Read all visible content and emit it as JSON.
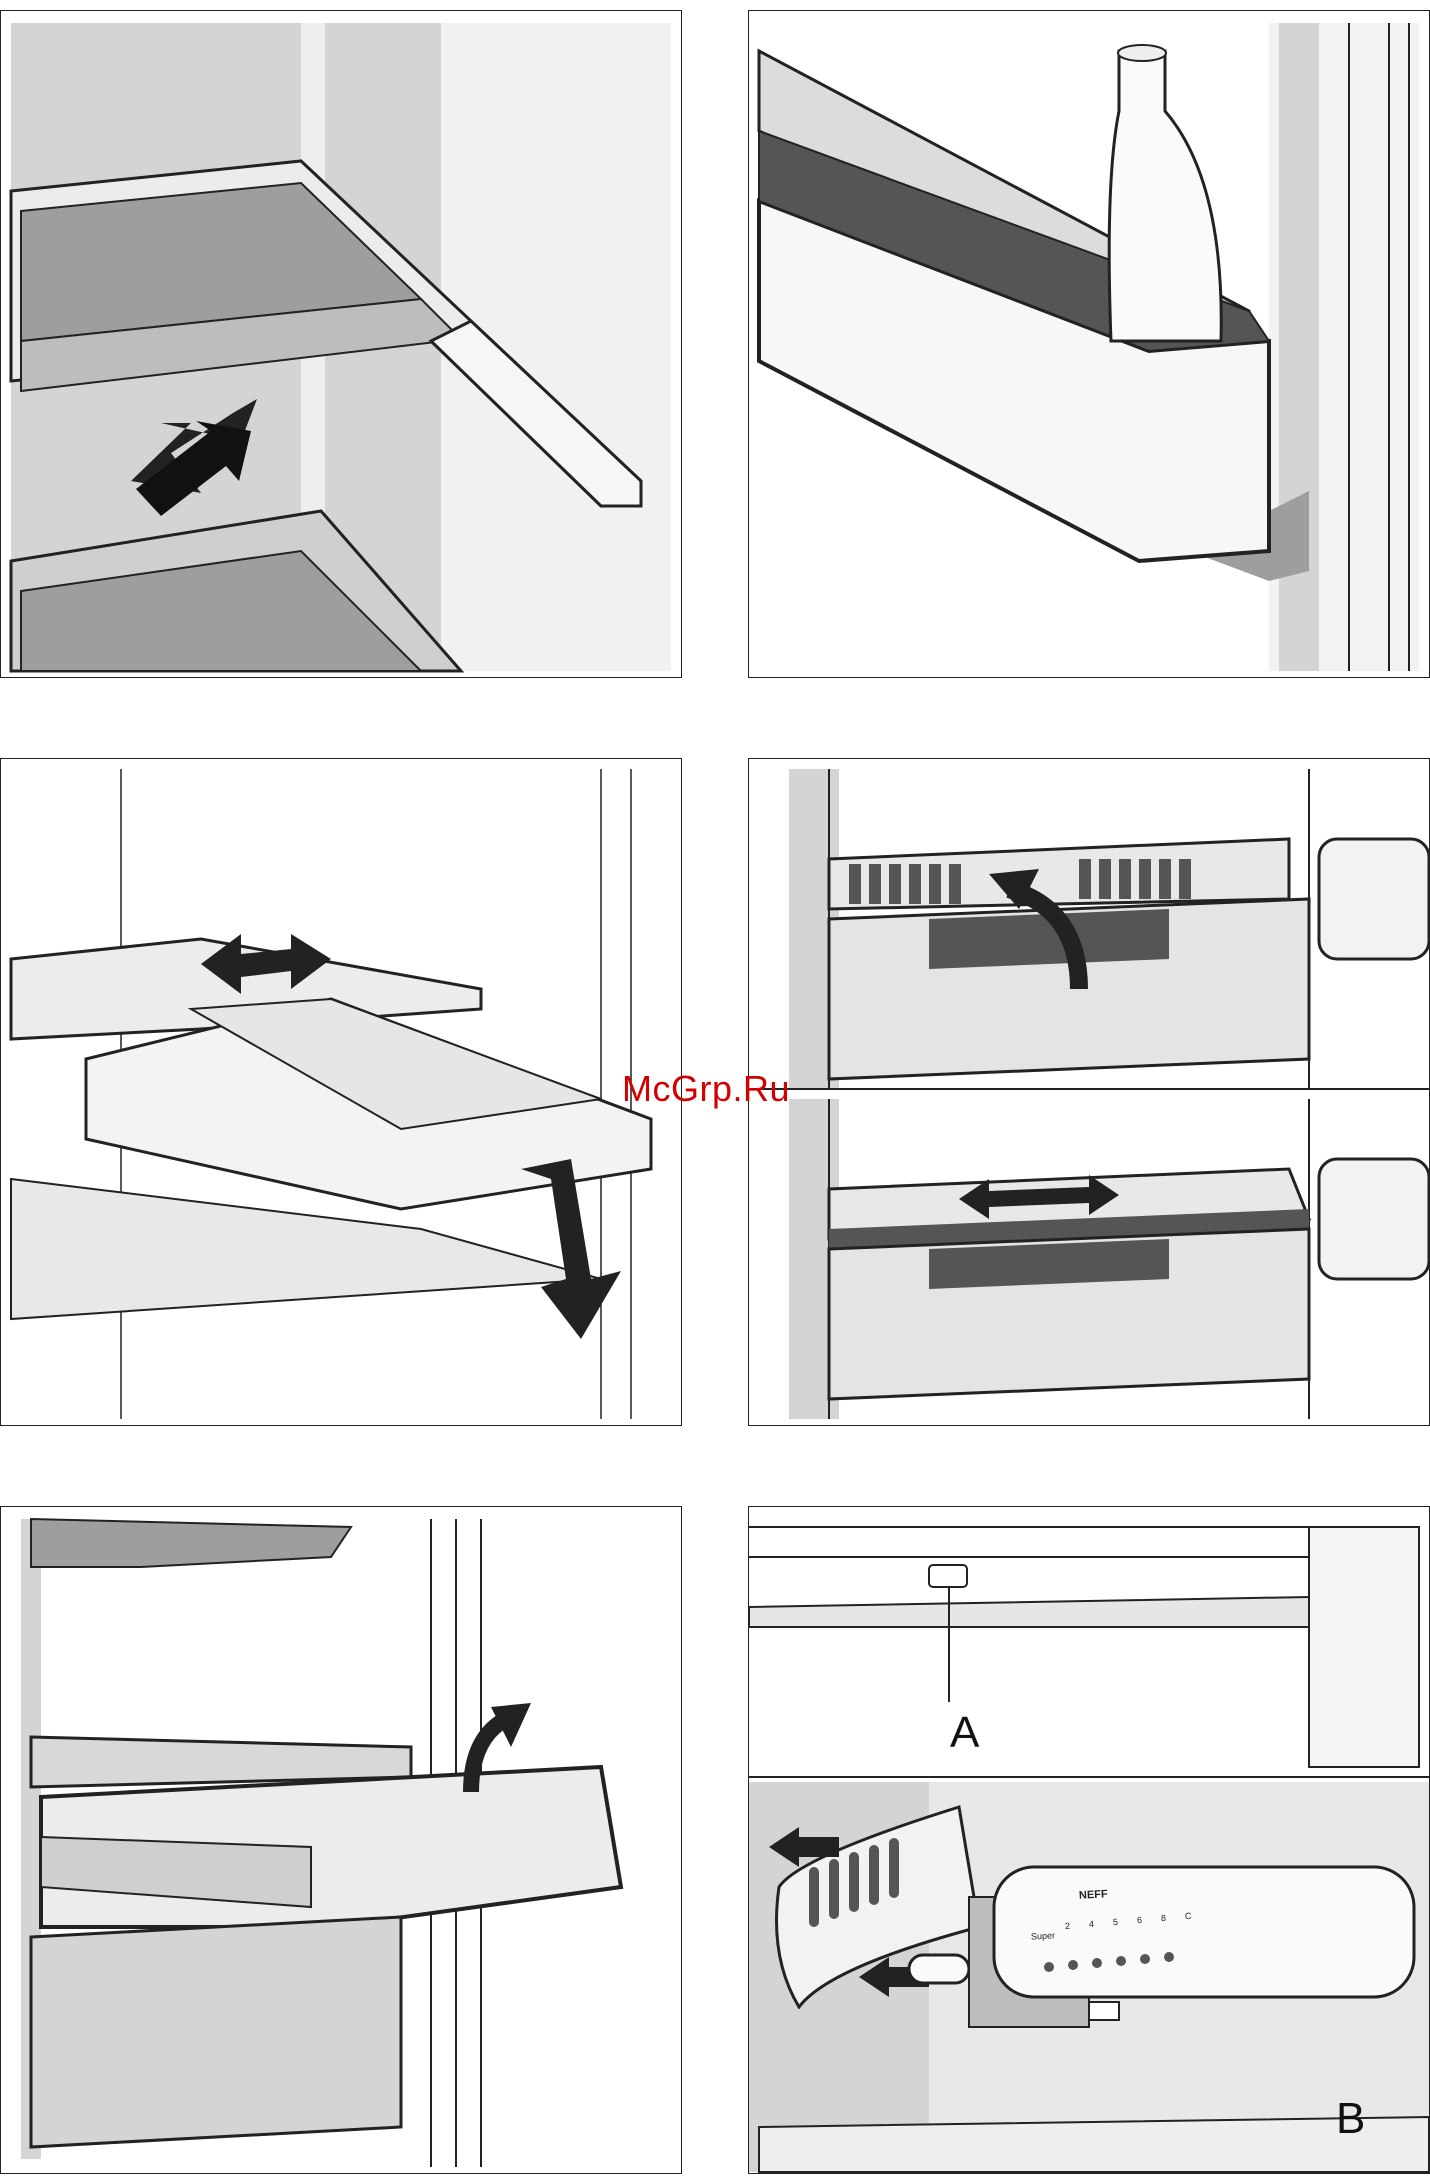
{
  "watermark": "McGrp.Ru",
  "figure_labels": {
    "a": "A",
    "b": "B"
  },
  "control_panel": {
    "brand": "NEFF",
    "super_label": "Super",
    "scale": [
      "2",
      "4",
      "5",
      "6",
      "8"
    ],
    "end_label": "C"
  },
  "colors": {
    "line": "#222222",
    "wall_gray": "#d4d4d4",
    "shadow_gray": "#9e9e9e",
    "dark_gray": "#555555",
    "watermark": "#d40000"
  }
}
